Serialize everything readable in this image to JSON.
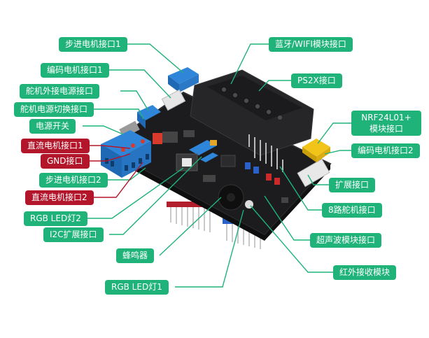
{
  "colors": {
    "label_green": "#1fb37a",
    "label_red": "#b3162b",
    "leader_green": "#1fb37a",
    "leader_red": "#b3162b",
    "board": "#1c1c1e"
  },
  "labels": {
    "stepper_motor_1": "步进电机接口1",
    "encoder_motor_1": "编码电机接口1",
    "servo_ext_power": "舵机外接电源接口",
    "servo_power_switch": "舵机电源切换接口",
    "power_switch": "电源开关",
    "dc_motor_1": "直流电机接口1",
    "gnd": "GND接口",
    "stepper_motor_2": "步进电机接口2",
    "dc_motor_2": "直流电机接口2",
    "rgb_led_2": "RGB LED灯2",
    "i2c_ext": "I2C扩展接口",
    "buzzer": "蜂鸣器",
    "rgb_led_1": "RGB LED灯1",
    "bt_wifi": "蓝牙/WIFI模块接口",
    "ps2": "PS2X接口",
    "nrf_line1": "NRF24L01+",
    "nrf_line2": "模块接口",
    "encoder_motor_2": "编码电机接口2",
    "expansion": "扩展接口",
    "servo_8way": "8路舵机接口",
    "ultrasonic": "超声波模块接口",
    "ir_receiver": "红外接收模块"
  }
}
